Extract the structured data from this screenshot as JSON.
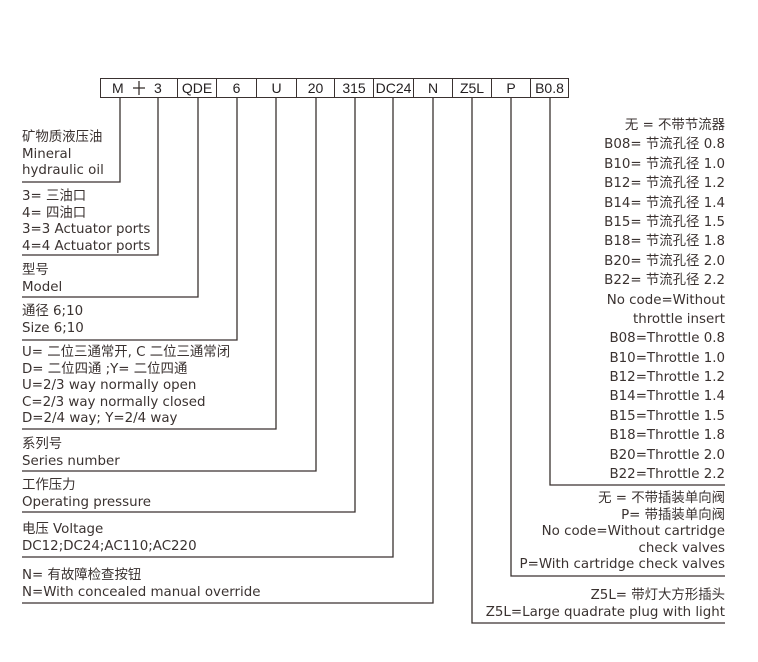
{
  "code_boxes": [
    "M",
    "3",
    "QDE",
    "6",
    "U",
    "20",
    "315",
    "DC24",
    "N",
    "Z5L",
    "P",
    "B0.8"
  ],
  "fluid": {
    "lines": [
      "矿物质液压油",
      "Mineral",
      "hydraulic oil"
    ]
  },
  "ports": {
    "lines": [
      "3= 三油口",
      "4= 四油口",
      "3=3 Actuator ports",
      "4=4 Actuator ports"
    ]
  },
  "model": {
    "lines": [
      "型号",
      "Model"
    ]
  },
  "size": {
    "lines": [
      "通径 6;10",
      "Size 6;10"
    ]
  },
  "function": {
    "lines": [
      "U= 二位三通常开, C 二位三通常闭",
      "D= 二位四通 ;Y= 二位四通",
      "U=2/3 way normally open",
      "C=2/3 way normally closed",
      "D=2/4 way; Y=2/4 way"
    ]
  },
  "series": {
    "lines": [
      "系列号",
      "Series number"
    ]
  },
  "pressure": {
    "lines": [
      "工作压力",
      "Operating pressure"
    ]
  },
  "voltage": {
    "lines": [
      "电压 Voltage",
      "DC12;DC24;AC110;AC220"
    ]
  },
  "override": {
    "lines": [
      "N= 有故障检查按钮",
      "N=With concealed manual override"
    ]
  },
  "throttle": {
    "lines": [
      "无 = 不带节流器",
      "B08= 节流孔径 0.8",
      "B10= 节流孔径 1.0",
      "B12= 节流孔径 1.2",
      "B14= 节流孔径 1.4",
      "B15= 节流孔径 1.5",
      "B18= 节流孔径 1.8",
      "B20= 节流孔径 2.0",
      "B22= 节流孔径 2.2",
      "No code=Without",
      "throttle insert",
      "B08=Throttle 0.8",
      "B10=Throttle 1.0",
      "B12=Throttle 1.2",
      "B14=Throttle 1.4",
      "B15=Throttle 1.5",
      "B18=Throttle 1.8",
      "B20=Throttle 2.0",
      "B22=Throttle 2.2"
    ]
  },
  "check_valve": {
    "lines": [
      "无 = 不带插装单向阀",
      "P= 带插装单向阀",
      "No code=Without cartridge",
      "check valves",
      "P=With cartridge check valves"
    ]
  },
  "plug": {
    "lines": [
      "Z5L= 带灯大方形插头",
      "Z5L=Large quadrate plug with light"
    ]
  }
}
